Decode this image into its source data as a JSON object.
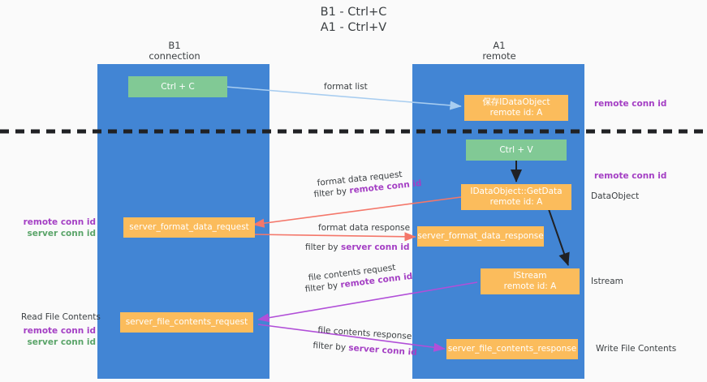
{
  "title": {
    "line1": "B1 - Ctrl+C",
    "line2": "A1 - Ctrl+V"
  },
  "columns": [
    {
      "name": "B1",
      "role": "connection"
    },
    {
      "name": "A1",
      "role": "remote"
    }
  ],
  "legend_terms": {
    "remote_conn_id": "remote conn id",
    "server_conn_id": "server conn id",
    "filter_by": "filter by"
  },
  "colors": {
    "lane": "#4285d4",
    "green_node": "#81c995",
    "orange_node": "#fbbc5c",
    "purple_text": "#a43fc4",
    "green_text": "#5aa469",
    "arrow_blue": "#a8cdf0",
    "arrow_red": "#f4776a",
    "arrow_purple": "#b14fd8",
    "arrow_dark": "#202124",
    "background": "#fafafa"
  },
  "nodes": {
    "ctrl_c": {
      "label": "Ctrl + C"
    },
    "ctrl_v": {
      "label": "Ctrl + V"
    },
    "idataobject": {
      "line1": "保存IDataObject",
      "line2": "remote id: A"
    },
    "idataobject_getdata": {
      "line1": "IDataObject::GetData",
      "line2": "remote id: A"
    },
    "istream": {
      "line1": "IStream",
      "line2": "remote id: A"
    },
    "server_format_data_request": {
      "label": "server_format_data_request"
    },
    "server_format_data_response": {
      "label": "server_format_data_response"
    },
    "server_file_contents_request": {
      "label": "server_file_contents_request"
    },
    "server_file_contents_response": {
      "label": "server_file_contents_response"
    }
  },
  "edge_labels": {
    "format_list": "format list",
    "format_data_request": "format data request",
    "format_data_request_filter_prefix": "filter by ",
    "format_data_request_filter_term": "remote conn id",
    "format_data_response": "format data response",
    "format_data_response_filter_prefix": "filter by ",
    "format_data_response_filter_term": "server conn id",
    "file_contents_request": "file contents request",
    "file_contents_request_filter_prefix": "filter by ",
    "file_contents_request_filter_term": "remote conn id",
    "file_contents_response": "file contents response",
    "file_contents_response_filter_prefix": "filter by ",
    "file_contents_response_filter_term": "server conn id"
  },
  "side_labels": {
    "right_remote_conn_id_top": "remote conn id",
    "right_remote_conn_id_mid": "remote conn id",
    "right_dataobject": "DataObject",
    "right_istream": "Istream",
    "right_write_file_contents": "Write File Contents",
    "left_read_file_contents": "Read File Contents"
  },
  "left_legends": {
    "mid": {
      "remote": "remote conn id",
      "server": "server conn id"
    },
    "bottom": {
      "remote": "remote conn id",
      "server": "server conn id"
    }
  }
}
